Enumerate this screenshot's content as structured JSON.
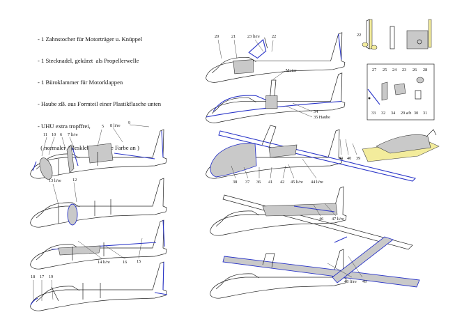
{
  "notes": [
    "- 1 Zahnstocher für Motorträger u. Knüppel",
    "- 1 Stecknadel, gekürzt  als Propellerwelle",
    "- 1 Büroklammer für Motorklappen",
    "- Haube zB. aus Formteil einer Plastikflasche unten",
    "- UHU extra tropffrei,",
    "  ( normaler Alleskleber löst die Farbe an )"
  ],
  "labels": {
    "l5": "5",
    "l8": "8 li/re",
    "l9": "9",
    "l11": "11",
    "l10": "10",
    "l6": "6",
    "l7": "7 li/re",
    "l13": "13 li/re",
    "l12": "12",
    "l14": "14 li/re",
    "l16": "16",
    "l15": "15",
    "l18": "18",
    "l17": "17",
    "l19": "19",
    "l20": "20",
    "l21": "21",
    "l23": "23 li/re",
    "l22": "22",
    "motor": "Motor",
    "l34": "34",
    "l35": "35 Haube",
    "l38": "38",
    "l37": "37",
    "l36": "36",
    "l41": "41",
    "l42": "42",
    "l45": "45 li/re",
    "l44": "44 li/re",
    "l43": "43",
    "l40": "40",
    "l39": "39",
    "l46": "46",
    "l47": "47 li/re",
    "l48": "48 li/re",
    "l49": "49",
    "d22": "22",
    "d27": "27",
    "d25": "25",
    "d24": "24",
    "d23": "23",
    "d26": "26",
    "d28": "28",
    "d33": "33",
    "d32": "32",
    "d34": "34",
    "d29": "29 a/b",
    "d30": "30",
    "d31": "31"
  },
  "colors": {
    "accent_blue": "#2a35c8",
    "part_grey": "#c9c9c9",
    "part_yellow": "#f3ec9c"
  }
}
